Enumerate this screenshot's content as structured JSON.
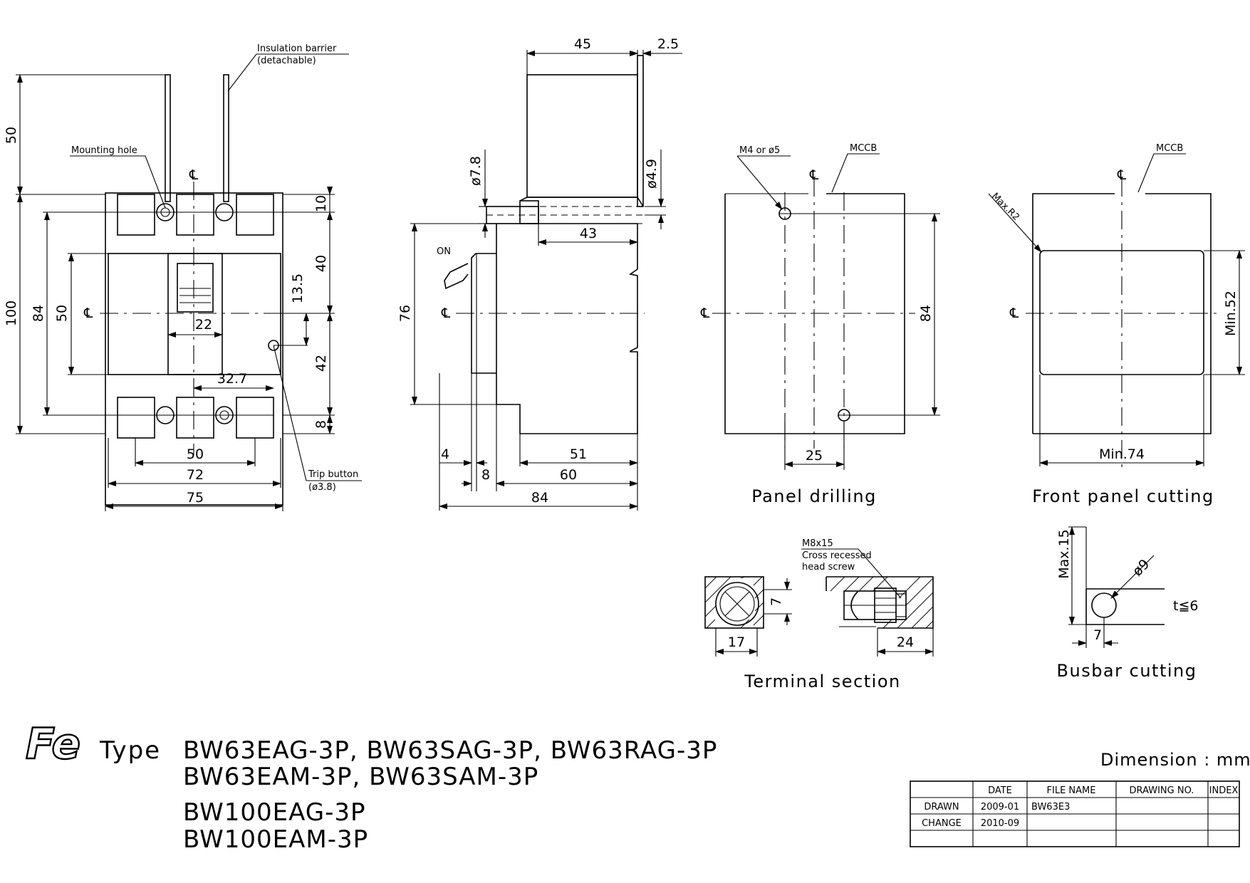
{
  "labels": {
    "insulation_barrier": "Insulation barrier",
    "detachable": "(detachable)",
    "mounting_hole": "Mounting hole",
    "trip_button": "Trip button",
    "trip_button_dia": "(ø3.8)",
    "on": "ON",
    "centerline": "℄",
    "m4_or_5": "M4 or ø5",
    "mccb": "MCCB",
    "max_r2": "Max.R2",
    "min52": "Min.52",
    "min74": "Min.74",
    "m8x15": "M8x15",
    "cross_recessed": "Cross recessed",
    "head_screw": "head screw",
    "max15": "Max.15",
    "dia9": "ø9",
    "t6": "t≦6"
  },
  "dims": {
    "front": {
      "d50": "50",
      "d100": "100",
      "d84": "84",
      "d50b": "50",
      "d10": "10",
      "d40": "40",
      "d13_5": "13.5",
      "d42": "42",
      "d8": "8",
      "d22": "22",
      "d32_7": "32.7",
      "d50c": "50",
      "d72": "72",
      "d75": "75"
    },
    "side": {
      "d45": "45",
      "d2_5": "2.5",
      "d7_8": "ø7.8",
      "d4_9": "ø4.9",
      "d43": "43",
      "d76": "76",
      "d4": "4",
      "d51": "51",
      "d8": "8",
      "d60": "60",
      "d84": "84"
    },
    "drill": {
      "d84": "84",
      "d25": "25"
    },
    "terminal": {
      "d7": "7",
      "d17": "17",
      "d24": "24"
    },
    "busbar": {
      "d7": "7"
    }
  },
  "captions": {
    "panel_drilling": "Panel drilling",
    "front_panel_cutting": "Front panel cutting",
    "terminal_section": "Terminal section",
    "busbar_cutting": "Busbar cutting",
    "dimension_unit": "Dimension : mm"
  },
  "title": {
    "logo": "Fe",
    "type_word": "Type",
    "line1": "BW63EAG-3P, BW63SAG-3P, BW63RAG-3P",
    "line2": "BW63EAM-3P, BW63SAM-3P",
    "line3": "BW100EAG-3P",
    "line4": "BW100EAM-3P"
  },
  "table": {
    "headers": [
      "",
      "DATE",
      "FILE NAME",
      "DRAWING NO.",
      "INDEX"
    ],
    "rows": [
      [
        "DRAWN",
        "2009-01",
        "BW63E3",
        "",
        ""
      ],
      [
        "CHANGE",
        "2010-09",
        "",
        "",
        ""
      ],
      [
        "",
        "",
        "",
        "",
        ""
      ]
    ]
  }
}
